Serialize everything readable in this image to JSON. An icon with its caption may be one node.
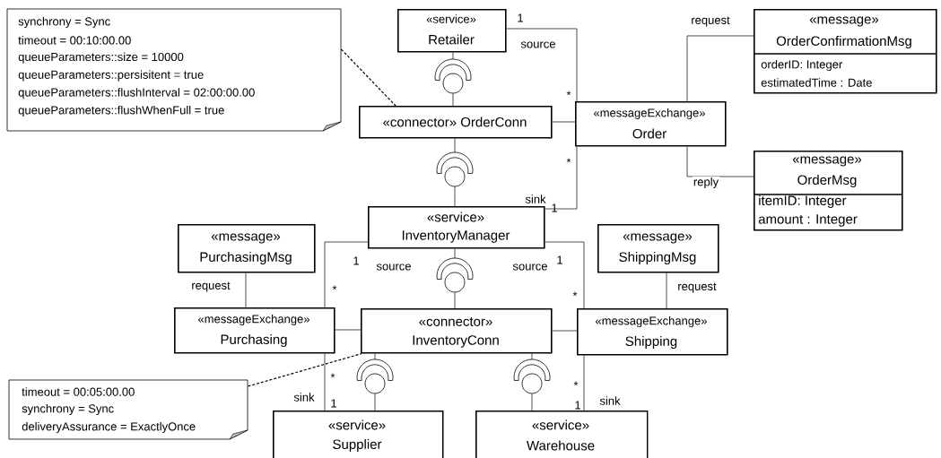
{
  "diagram": {
    "nodes": [
      {
        "text": [
          "synchrony = Sync",
          "timeout = 00:10:00.00",
          "queueParameters::size = 10000",
          "queueParameters::persisitent = true",
          "queueParameters::flushInterval = 02:00:00.00",
          "queueParameters::flushWhenFull = true"
        ]
      },
      {
        "text": [
          "«service»",
          "Retailer"
        ]
      },
      {
        "text": [
          "«connector» OrderConn"
        ]
      },
      {
        "text": [
          "«messageExchange»",
          "Order"
        ]
      },
      {
        "text": [
          "«message»",
          "OrderConfirmationMsg",
          "orderID: Integer",
          "estimatedTime : Date"
        ]
      },
      {
        "text": [
          "«message»",
          "OrderMsg",
          "itemID: Integer",
          "amount : Integer"
        ]
      },
      {
        "text": [
          "«service»",
          "InventoryManager"
        ]
      },
      {
        "text": [
          "«message»",
          "PurchasingMsg"
        ]
      },
      {
        "text": [
          "«message»",
          "ShippingMsg"
        ]
      },
      {
        "text": [
          "«messageExchange»",
          "Purchasing"
        ]
      },
      {
        "text": [
          "«connector»",
          "InventoryConn"
        ]
      },
      {
        "text": [
          "«messageExchange»",
          "Shipping"
        ]
      },
      {
        "text": [
          "timeout = 00:05:00.00",
          "synchrony = Sync",
          "deliveryAssurance = ExactlyOnce"
        ]
      },
      {
        "text": [
          "«service»",
          "Supplier"
        ]
      },
      {
        "text": [
          "«service»",
          "Warehouse"
        ]
      },
      {
        "text": [],
        "shape": "circle"
      },
      {
        "text": [],
        "shape": "circle"
      },
      {
        "text": [],
        "shape": "circle"
      },
      {
        "text": [],
        "shape": "circle"
      },
      {
        "text": [],
        "shape": "circle"
      }
    ],
    "edges": [
      {
        "from": 0,
        "to": 2,
        "arrow": "none",
        "style": "dashed"
      },
      {
        "from": 1,
        "to": 3,
        "arrow": "none",
        "label": "source"
      },
      {
        "from": 1,
        "to": 15,
        "arrow": "none"
      },
      {
        "from": 15,
        "to": 2,
        "arrow": "none"
      },
      {
        "from": 2,
        "to": 3,
        "arrow": "none"
      },
      {
        "from": 2,
        "to": 16,
        "arrow": "none"
      },
      {
        "from": 16,
        "to": 6,
        "arrow": "none"
      },
      {
        "from": 6,
        "to": 3,
        "arrow": "none",
        "label": "sink"
      },
      {
        "from": 3,
        "to": 4,
        "arrow": "none",
        "label": "request"
      },
      {
        "from": 3,
        "to": 5,
        "arrow": "none",
        "label": "reply"
      },
      {
        "from": 6,
        "to": 9,
        "arrow": "none",
        "label": "source"
      },
      {
        "from": 7,
        "to": 9,
        "arrow": "none",
        "label": "request"
      },
      {
        "from": 6,
        "to": 17,
        "arrow": "none"
      },
      {
        "from": 17,
        "to": 10,
        "arrow": "none"
      },
      {
        "from": 6,
        "to": 11,
        "arrow": "none",
        "label": "source"
      },
      {
        "from": 8,
        "to": 11,
        "arrow": "none",
        "label": "request"
      },
      {
        "from": 9,
        "to": 10,
        "arrow": "none"
      },
      {
        "from": 10,
        "to": 11,
        "arrow": "none"
      },
      {
        "from": 12,
        "to": 10,
        "arrow": "none",
        "style": "dashed"
      },
      {
        "from": 9,
        "to": 13,
        "arrow": "none",
        "label": "sink"
      },
      {
        "from": 10,
        "to": 18,
        "arrow": "none"
      },
      {
        "from": 18,
        "to": 13,
        "arrow": "none"
      },
      {
        "from": 10,
        "to": 19,
        "arrow": "none"
      },
      {
        "from": 19,
        "to": 14,
        "arrow": "none"
      },
      {
        "from": 11,
        "to": 14,
        "arrow": "none",
        "label": "sink"
      }
    ],
    "labels": [
      "1",
      "*",
      "*",
      "1",
      "1",
      "1",
      "*",
      "*",
      "*",
      "*",
      "1",
      "1"
    ]
  }
}
